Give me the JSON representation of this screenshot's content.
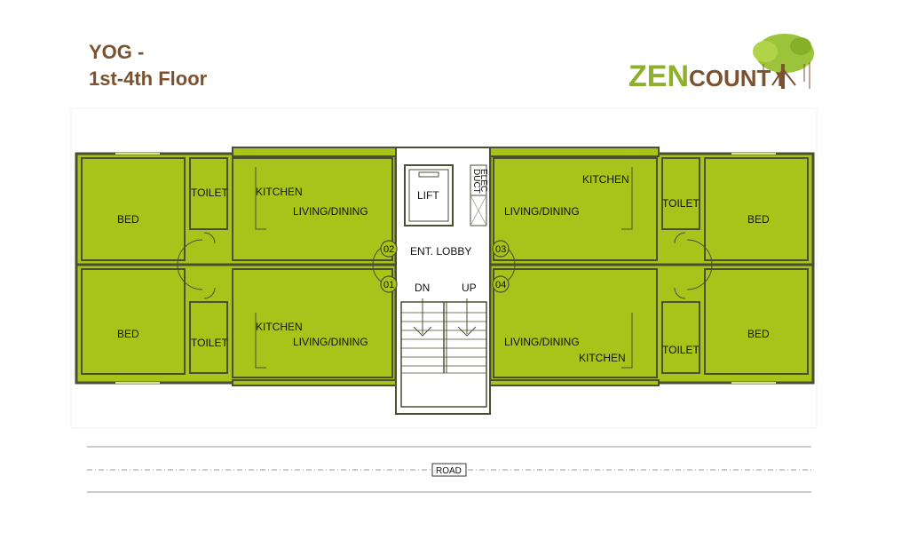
{
  "title": {
    "line1": "YOG -",
    "line2": "1st-4th Floor"
  },
  "logo": {
    "zen": "ZEN",
    "county": "COUNT",
    "y": "Y",
    "icon": "tree-icon"
  },
  "rooms": {
    "bed": "BED",
    "toilet": "TOILET",
    "kitchen": "KITCHEN",
    "living": "LIVING/DINING",
    "lift": "LIFT",
    "duct": "DUCT",
    "elec": "ELEC",
    "lobby": "ENT. LOBBY",
    "dn": "DN",
    "up": "UP"
  },
  "units": [
    "01",
    "02",
    "03",
    "04"
  ],
  "road": "ROAD",
  "colors": {
    "room_fill": "#a8c41a",
    "wall": "#4a4f33",
    "title": "#7a5230",
    "logo_green": "#8fb02a",
    "logo_brown": "#7a5230"
  }
}
